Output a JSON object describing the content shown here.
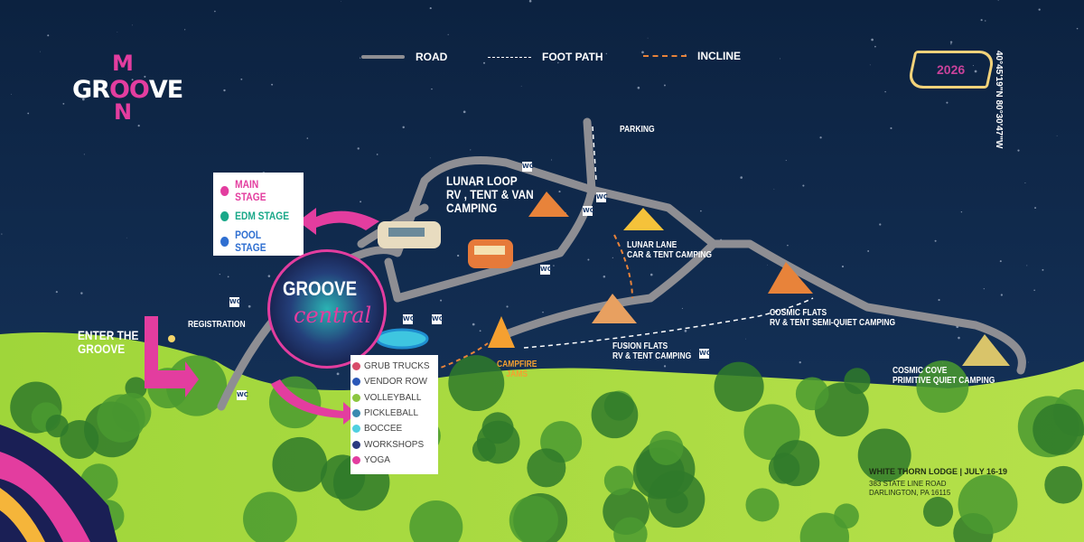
{
  "logo": {
    "prefix": "GR",
    "oo": "OO",
    "suffix": "VE",
    "top": "M",
    "bottom": "N"
  },
  "legend": {
    "road": "ROAD",
    "foot_path": "FOOT PATH",
    "incline": "INCLINE",
    "colors": {
      "road": "#8e8e93",
      "foot_path": "#ffffff",
      "incline": "#e8833a"
    }
  },
  "year": "2026",
  "coordinates": "40°45'19\"N 80°30'47\"W",
  "stages": [
    {
      "label": "MAIN STAGE",
      "color": "#e33d9f"
    },
    {
      "label": "EDM STAGE",
      "color": "#1aa889"
    },
    {
      "label": "POOL STAGE",
      "color": "#2f6fd1"
    }
  ],
  "groove_central": {
    "line1": "GROOVE",
    "line2": "central"
  },
  "activities": [
    {
      "label": "GRUB TRUCKS",
      "color": "#d94a6a",
      "icon": "food-icon"
    },
    {
      "label": "VENDOR ROW",
      "color": "#2a57b8",
      "icon": "cart-icon"
    },
    {
      "label": "VOLLEYBALL",
      "color": "#8cc63f",
      "icon": "volleyball-icon"
    },
    {
      "label": "PICKLEBALL",
      "color": "#3a8ab0",
      "icon": "pickleball-icon"
    },
    {
      "label": "BOCCEE",
      "color": "#4fd0e0",
      "icon": "boccee-icon"
    },
    {
      "label": "WORKSHOPS",
      "color": "#2a3a80",
      "icon": "pin-icon"
    },
    {
      "label": "YOGA",
      "color": "#e33d9f",
      "icon": "yoga-icon"
    }
  ],
  "places": {
    "enter": "ENTER THE\nGROOVE",
    "registration": "REGISTRATION",
    "parking": "PARKING",
    "lunar_loop": "LUNAR LOOP\nRV , TENT & VAN\nCAMPING",
    "lunar_lane": "LUNAR LANE\nCAR & TENT CAMPING",
    "cosmic_flats": "COSMIC FLATS\nRV & TENT SEMI-QUIET CAMPING",
    "fusion_flats": "FUSION FLATS\nRV & TENT CAMPING",
    "campfire": "CAMPFIRE\nJAMS",
    "cosmic_cove": "COSMIC COVE\nPRIMITIVE QUIET CAMPING"
  },
  "venue": {
    "name": "WHITE THORN LODGE  |  JULY 16-19",
    "address1": "383 STATE LINE ROAD",
    "address2": "DARLINGTON, PA 16115"
  },
  "restroom_label": "WC"
}
